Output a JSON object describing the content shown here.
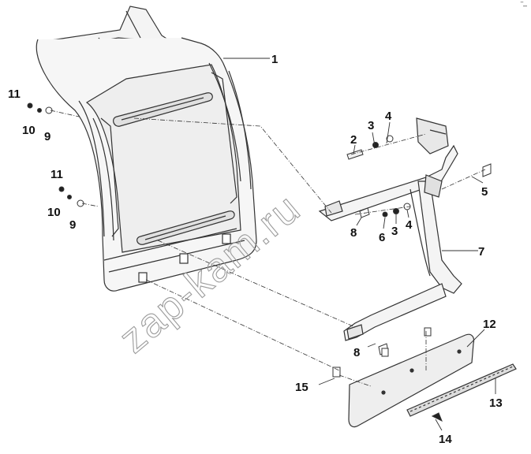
{
  "watermark": "zap-kam.ru",
  "corner_mark": "‾–",
  "callouts": [
    {
      "id": "c1",
      "label": "1",
      "part": "mudguard-panel"
    },
    {
      "id": "c11a",
      "label": "11",
      "part": "bolt"
    },
    {
      "id": "c10a",
      "label": "10",
      "part": "washer"
    },
    {
      "id": "c9a",
      "label": "9",
      "part": "flat-washer"
    },
    {
      "id": "c11b",
      "label": "11",
      "part": "bolt"
    },
    {
      "id": "c10b",
      "label": "10",
      "part": "washer"
    },
    {
      "id": "c9b",
      "label": "9",
      "part": "flat-washer"
    },
    {
      "id": "c2",
      "label": "2",
      "part": "bolt"
    },
    {
      "id": "c3a",
      "label": "3",
      "part": "washer"
    },
    {
      "id": "c4a",
      "label": "4",
      "part": "nut"
    },
    {
      "id": "c5",
      "label": "5",
      "part": "bolt"
    },
    {
      "id": "c8a",
      "label": "8",
      "part": "bolt"
    },
    {
      "id": "c6",
      "label": "6",
      "part": "nut"
    },
    {
      "id": "c3b",
      "label": "3",
      "part": "washer"
    },
    {
      "id": "c4b",
      "label": "4",
      "part": "nut"
    },
    {
      "id": "c7",
      "label": "7",
      "part": "bracket-frame"
    },
    {
      "id": "c8b",
      "label": "8",
      "part": "bolt"
    },
    {
      "id": "c12",
      "label": "12",
      "part": "mud-flap"
    },
    {
      "id": "c15",
      "label": "15",
      "part": "clip"
    },
    {
      "id": "c13",
      "label": "13",
      "part": "strip"
    },
    {
      "id": "c14",
      "label": "14",
      "part": "screw"
    }
  ]
}
